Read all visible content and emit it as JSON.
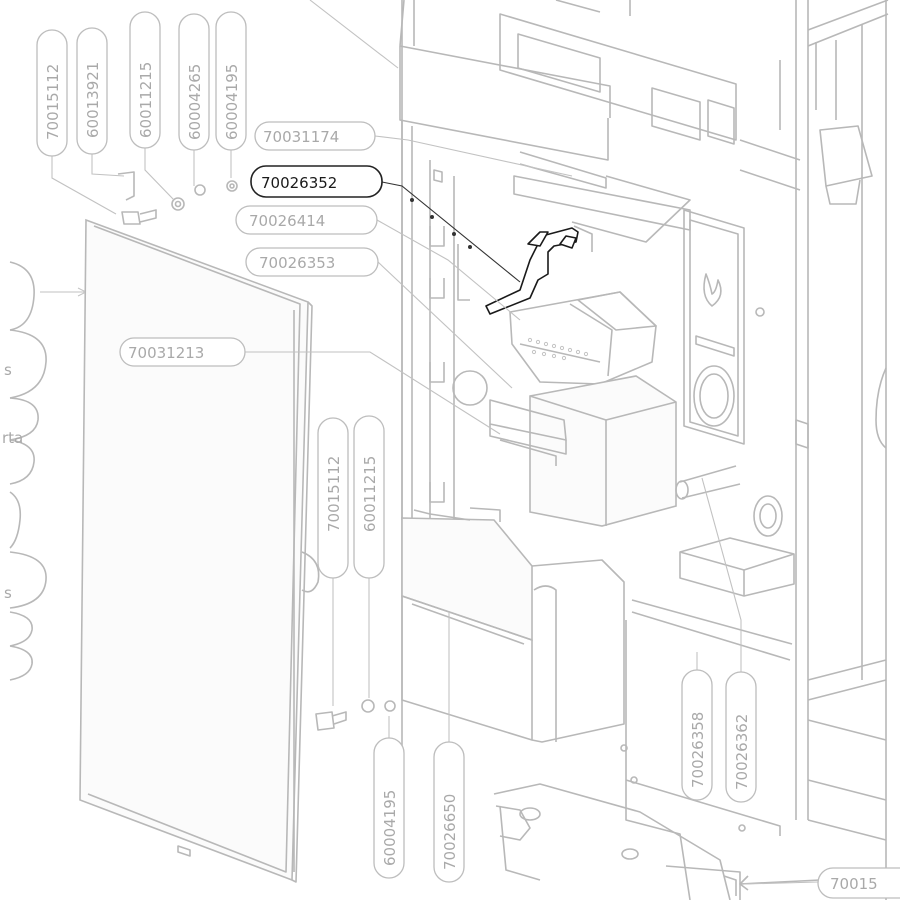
{
  "labels": [
    {
      "id": "p-70015112-top",
      "part": "70015112",
      "active": false
    },
    {
      "id": "p-60013921",
      "part": "60013921",
      "active": false
    },
    {
      "id": "p-60011215-top",
      "part": "60011215",
      "active": false
    },
    {
      "id": "p-60004265",
      "part": "60004265",
      "active": false
    },
    {
      "id": "p-60004195-top",
      "part": "60004195",
      "active": false
    },
    {
      "id": "p-70031174",
      "part": "70031174",
      "active": false
    },
    {
      "id": "p-70026352",
      "part": "70026352",
      "active": true
    },
    {
      "id": "p-70026414",
      "part": "70026414",
      "active": false
    },
    {
      "id": "p-70026353",
      "part": "70026353",
      "active": false
    },
    {
      "id": "p-70031213",
      "part": "70031213",
      "active": false
    },
    {
      "id": "p-70015112-mid",
      "part": "70015112",
      "active": false
    },
    {
      "id": "p-60011215-mid",
      "part": "60011215",
      "active": false
    },
    {
      "id": "p-60004195-bot",
      "part": "60004195",
      "active": false
    },
    {
      "id": "p-70026650",
      "part": "70026650",
      "active": false
    },
    {
      "id": "p-70026358",
      "part": "70026358",
      "active": false
    },
    {
      "id": "p-70026362",
      "part": "70026362",
      "active": false
    },
    {
      "id": "p-70015-bot",
      "part": "70015",
      "active": false
    }
  ],
  "side_labels": {
    "s": "s",
    "rta": "rta"
  },
  "colors": {
    "line": "#b8b8b8",
    "highlight": "#1a1a1a",
    "label_text": "#a9a9a9"
  }
}
